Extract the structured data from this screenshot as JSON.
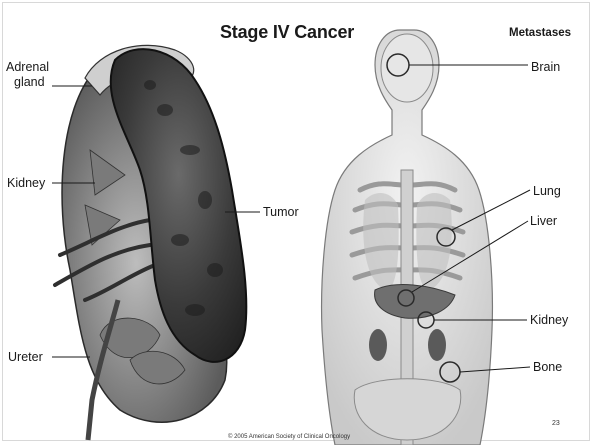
{
  "slide": {
    "title": "Stage IV Cancer",
    "subtitle": "Metastases",
    "page_number": "23",
    "copyright": "© 2005 American Society of Clinical Oncology"
  },
  "left_diagram": {
    "labels": {
      "adrenal_line1": "Adrenal",
      "adrenal_line2": "gland",
      "kidney": "Kidney",
      "tumor": "Tumor",
      "ureter": "Ureter"
    }
  },
  "right_diagram": {
    "labels": {
      "brain": "Brain",
      "lung": "Lung",
      "liver": "Liver",
      "kidney": "Kidney",
      "bone": "Bone"
    }
  },
  "colors": {
    "ink": "#1a1a1a",
    "tumor_dark": "#3a3a3a",
    "tissue": "#a8a8a8",
    "bone": "#d9d9d9"
  }
}
